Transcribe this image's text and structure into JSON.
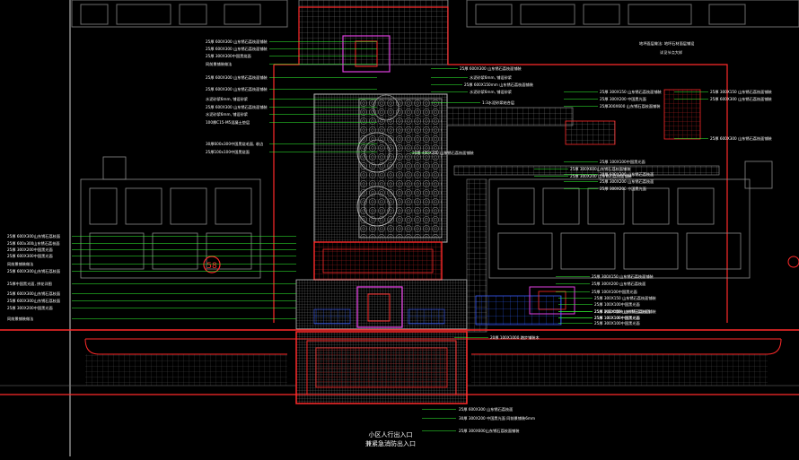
{
  "drawing": {
    "background": "#000000",
    "colors": {
      "wall": "#ff2a2a",
      "magenta": "#e040e0",
      "leader": "#33ff33",
      "text": "#ffffff",
      "hatch": "#aaaaaa",
      "grid": "#2f6fff",
      "blue": "#3a5cff",
      "cyan": "#22cccc",
      "yellow": "#ffee33"
    },
    "building_number": "58",
    "center_labels": {
      "line1": "小区人行出入口",
      "line2": "兼紧急消防出入口"
    },
    "top_right_note": {
      "line1": "地坪面层做法: 地坪石材面层铺设",
      "line2": "详见节点大样"
    },
    "annotations_top": [
      "25厚 600X300 山东锈石荔枝面铺装",
      "25厚 600X300 山东锈石荔枝面铺装",
      "25厚 300X300中国黑烧面",
      "同前景铺装做法",
      "25厚 600X300 山东锈石荔枝面铺装",
      "25厚 600X300 山东锈石荔枝面铺装",
      "水泥砂浆6mm, 铺设砂浆",
      "25厚 600X300 山东锈石荔枝面铺装",
      "水泥砂浆6mm, 铺设砂浆",
      "100厚C15-M5混凝土垫层",
      "30厚600x300中国黑烧毛面, 收边",
      "25厚100x100中国黑烧面",
      "25厚中国黑光面, 拼花详图"
    ],
    "annotations_mid": [
      "25厚 600X300 山东锈石荔枝面铺装",
      "水泥砂浆6mm, 铺设砂浆",
      "25厚 600X150mm 山东锈石荔枝面铺装",
      "水泥砂浆6mm, 铺设砂浆",
      "1:3水泥砂浆结合层",
      "30厚 400X200 山东锈石荔枝面铺装"
    ],
    "annotations_right": [
      "25厚 300X150 山东锈石荔枝面铺装",
      "25厚 300X200 中国黑光面",
      "25厚300X600 山东锈石荔枝面铺装",
      "25厚 300X150 山东锈石荔枝面铺装",
      "25厚 600X300 山东锈石荔枝面铺装",
      "25厚 600X300 山东锈石荔枝面铺装",
      "25厚 100X100中国黑光面",
      "25厚 300X600山东锈石荔枝面铺装",
      "25厚 300X200 山东锈石荔枝面铺装",
      "30厚 600X300 山东锈石荔枝面",
      "25厚 300X200 山东锈石荔枝面",
      "25厚 300X200 中国黑光面",
      "25厚 300X150 山东锈石荔枝面铺装",
      "25厚 100X100中国黑光面",
      "25厚 300X150 山东锈石荔枝面铺装",
      "25厚 100X100中国黑光面",
      "25厚 300X150 山东锈石荔枝面铺装",
      "25厚 300X200 山东锈石荔枝面",
      "25厚 100X100中国黑光面",
      "25厚 300X100中国黑光面",
      "25厚 防腐木铺装 山东锈石荔枝面",
      "25厚 100X100中国黑光面",
      "20厚 100X1000 踏步铺装木"
    ],
    "annotations_left": [
      "25厚 600X300山东锈石荔枝面",
      "25厚 600x300山东锈石荔枝面",
      "25厚 300X200中国黑光面",
      "25厚 600X300中国黑光面",
      "同前景铺装做法",
      "25厚 600X300山东锈石荔枝面",
      "25厚中国黑光面, 拼花详图",
      "25厚 600X300山东锈石荔枝面",
      "25厚 600X300山东锈石荔枝面",
      "25厚 300X200中国黑光面",
      "同前景铺装做法"
    ],
    "annotations_bottom": [
      "25厚 600X300 山东锈石荔枝面",
      "30厚 300X200 中国黑光面 同前景铺装6mm",
      "25厚 300X600山东锈石荔枝面铺装"
    ]
  }
}
